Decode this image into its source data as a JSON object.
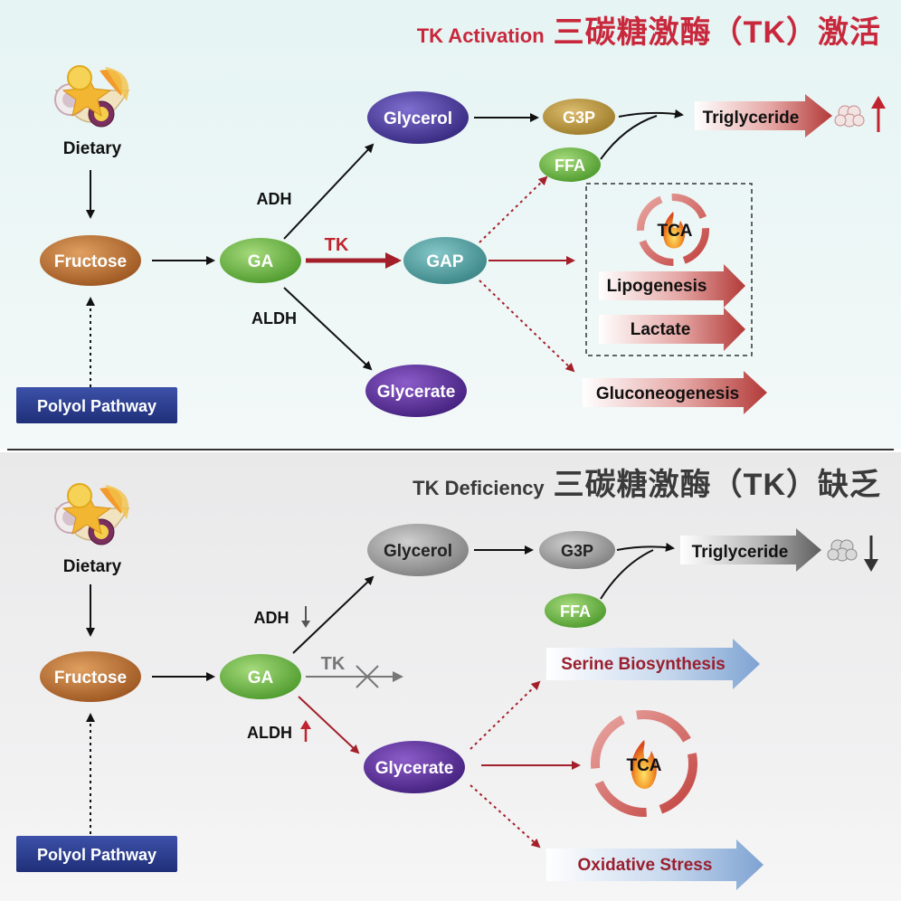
{
  "panel_top": {
    "header_en": "TK Activation",
    "header_zh": "三碳糖激酶（TK）激活",
    "dietary": "Dietary",
    "fructose": "Fructose",
    "polyol": "Polyol Pathway",
    "ga": "GA",
    "adh": "ADH",
    "aldh": "ALDH",
    "tk": "TK",
    "glycerol": "Glycerol",
    "glycerate": "Glycerate",
    "gap": "GAP",
    "g3p": "G3P",
    "ffa": "FFA",
    "triglyceride": "Triglyceride",
    "tca": "TCA",
    "lipogenesis": "Lipogenesis",
    "lactate": "Lactate",
    "gluconeogenesis": "Gluconeogenesis"
  },
  "panel_bottom": {
    "header_en": "TK Deficiency",
    "header_zh": "三碳糖激酶（TK）缺乏",
    "dietary": "Dietary",
    "fructose": "Fructose",
    "polyol": "Polyol Pathway",
    "ga": "GA",
    "adh": "ADH",
    "aldh": "ALDH",
    "tk": "TK",
    "glycerol": "Glycerol",
    "glycerate": "Glycerate",
    "g3p": "G3P",
    "ffa": "FFA",
    "triglyceride": "Triglyceride",
    "serine": "Serine Biosynthesis",
    "tca": "TCA",
    "oxidative": "Oxidative Stress"
  },
  "colors": {
    "fructose": "#b86a2a",
    "ga": "#6ab04c",
    "glycerol_top": "#4a3d9a",
    "glycerate": "#5b2f96",
    "gap": "#4e9fa2",
    "g3p_top": "#b7923b",
    "ffa": "#6ab04c",
    "polyol": "#2c3f8f",
    "activation_red": "#a3202b",
    "grey_node": "#8f8f8f",
    "blue_arrow": "#8fb0d6"
  },
  "icons": [
    "fruit-bowl-icon",
    "fat-cell-icon",
    "up-arrow-icon",
    "down-arrow-icon",
    "tca-cycle-icon",
    "blocked-x-icon"
  ]
}
